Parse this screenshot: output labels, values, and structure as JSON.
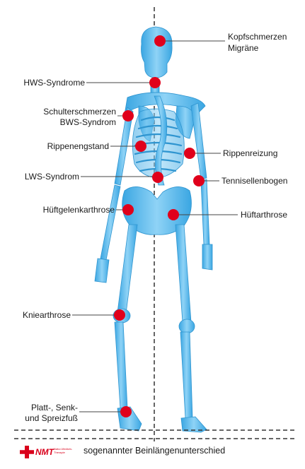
{
  "labels": {
    "kopfschmerzen": "Kopfschmerzen",
    "migraene": "Migräne",
    "hws": "HWS-Syndrome",
    "schulter": "Schulterschmerzen",
    "bws": "BWS-Syndrom",
    "rippenengstand": "Rippenengstand",
    "rippenreizung": "Rippenreizung",
    "lws": "LWS-Syndrom",
    "tennisellenbogen": "Tennisellenbogen",
    "hueftgelenkarthrose": "Hüftgelenkarthrose",
    "hueftarthrose": "Hüftarthrose",
    "kniearthrose": "Kniearthrose",
    "platt": "Platt-, Senk-",
    "spreiz": "und Spreizfuß"
  },
  "caption": "sogenannter Beinlängenunterschied",
  "logo": {
    "brand": "NMT",
    "tagline": "Natur-Medizin-Therapie"
  },
  "colors": {
    "bone": "#5bbcec",
    "bone_dark": "#2f95d0",
    "marker": "#e0001b",
    "line": "#444444"
  }
}
